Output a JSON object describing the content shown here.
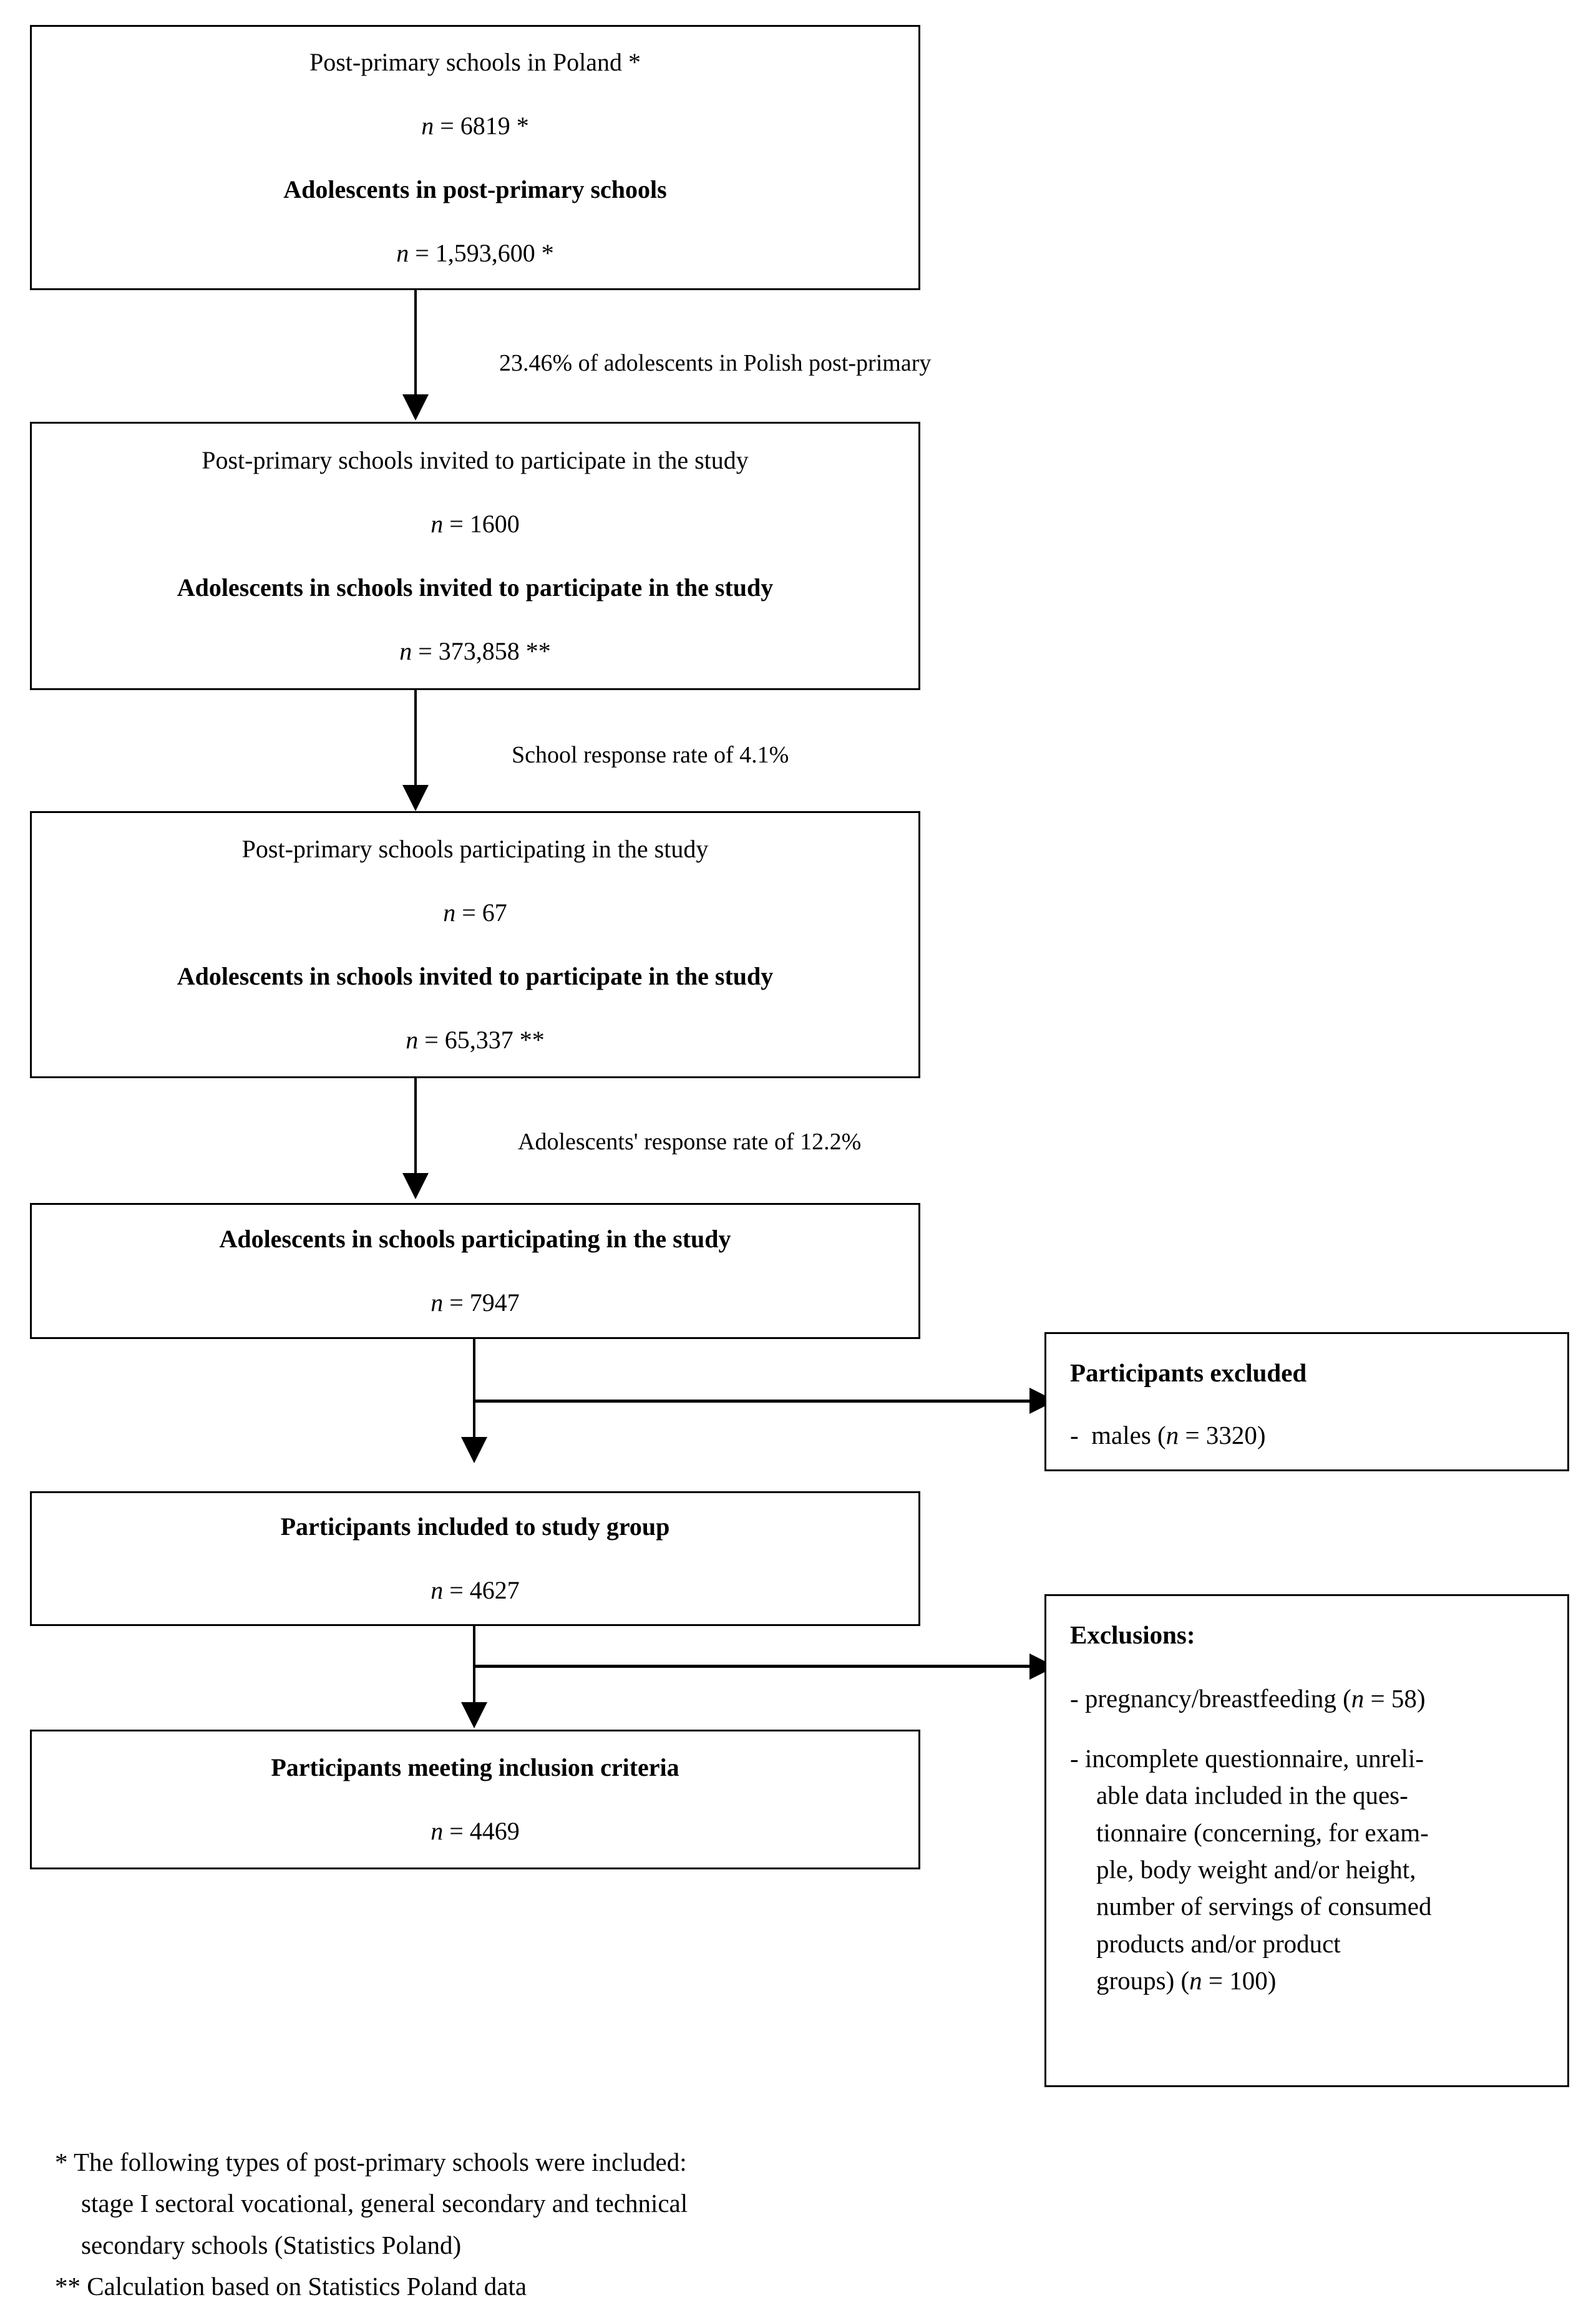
{
  "flow": {
    "boxes": [
      {
        "id": "box-population",
        "line1": "Post-primary schools in Poland *",
        "line2_prefix": "n",
        "line2_rest": " = 6819 *",
        "line3": "Adolescents in post-primary schools",
        "line4_prefix": "n",
        "line4_rest": " = 1,593,600 *"
      },
      {
        "id": "box-invited",
        "line1": "Post-primary schools invited to participate in the study",
        "line2_prefix": "n",
        "line2_rest": " = 1600",
        "line3": "Adolescents in schools invited to participate in the study",
        "line4_prefix": "n",
        "line4_rest": " = 373,858 **"
      },
      {
        "id": "box-participating",
        "line1": "Post-primary schools participating in the study",
        "line2_prefix": "n",
        "line2_rest": " = 67",
        "line3": "Adolescents in schools invited to participate in the study",
        "line4_prefix": "n",
        "line4_rest": " = 65,337 **"
      },
      {
        "id": "box-adolescents-participating",
        "line1": "Adolescents in schools participating in the study",
        "line2_prefix": "n",
        "line2_rest": " = 7947"
      },
      {
        "id": "box-included",
        "line1": "Participants included to study group",
        "line2_prefix": "n",
        "line2_rest": " = 4627"
      },
      {
        "id": "box-meeting-criteria",
        "line1": "Participants meeting inclusion criteria",
        "line2_prefix": "n",
        "line2_rest": " = 4469"
      }
    ],
    "edge_labels": [
      "23.46% of adolescents in Polish post-primary",
      "School response rate of 4.1%",
      "Adolescents' response rate of 12.2%"
    ]
  },
  "side_boxes": {
    "excluded": {
      "title": "Participants excluded",
      "item_bullet": "-",
      "item_text_a": "males (",
      "item_n": "n",
      "item_text_b": " = 3320)"
    },
    "exclusions": {
      "title": "Exclusions:",
      "item1_a": "- pregnancy/breastfeeding (",
      "item1_n": "n",
      "item1_b": " = 58)",
      "item2_line1": "- incomplete questionnaire, unreli-",
      "item2_line2": "able data included in the ques-",
      "item2_line3": "tionnaire (concerning, for exam-",
      "item2_line4": "ple, body weight and/or height,",
      "item2_line5": "number of servings of consumed",
      "item2_line6": "products and/or product",
      "item2_line7_a": "groups) (",
      "item2_n": "n",
      "item2_line7_b": " = 100)"
    }
  },
  "footnotes": {
    "fn1_line1": "* The following types of post-primary schools were included:",
    "fn1_line2": "stage I sectoral vocational, general secondary and technical",
    "fn1_line3": "secondary schools (Statistics Poland)",
    "fn2": "** Calculation based on Statistics Poland data"
  }
}
